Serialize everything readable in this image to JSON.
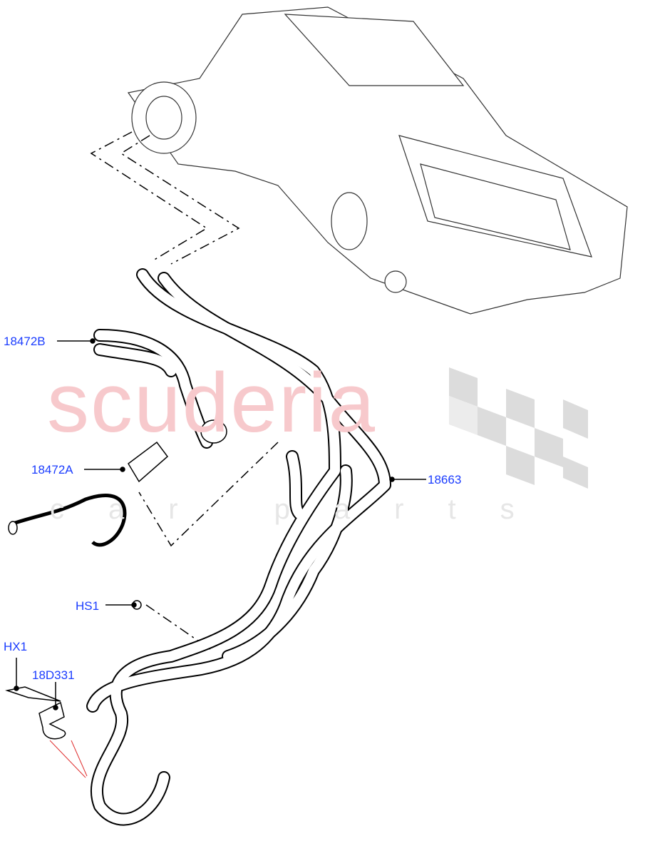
{
  "watermark": {
    "brand": "scuderia",
    "sub": "car parts"
  },
  "callouts": [
    {
      "id": "18472B",
      "label": "18472B"
    },
    {
      "id": "18472A",
      "label": "18472A"
    },
    {
      "id": "18663",
      "label": "18663"
    },
    {
      "id": "HS1",
      "label": "HS1"
    },
    {
      "id": "HX1",
      "label": "HX1"
    },
    {
      "id": "18D331",
      "label": "18D331"
    }
  ],
  "colors": {
    "callout": "#1a3cff",
    "watermark": "#f7c9cc",
    "leader_red": "#e03030"
  }
}
